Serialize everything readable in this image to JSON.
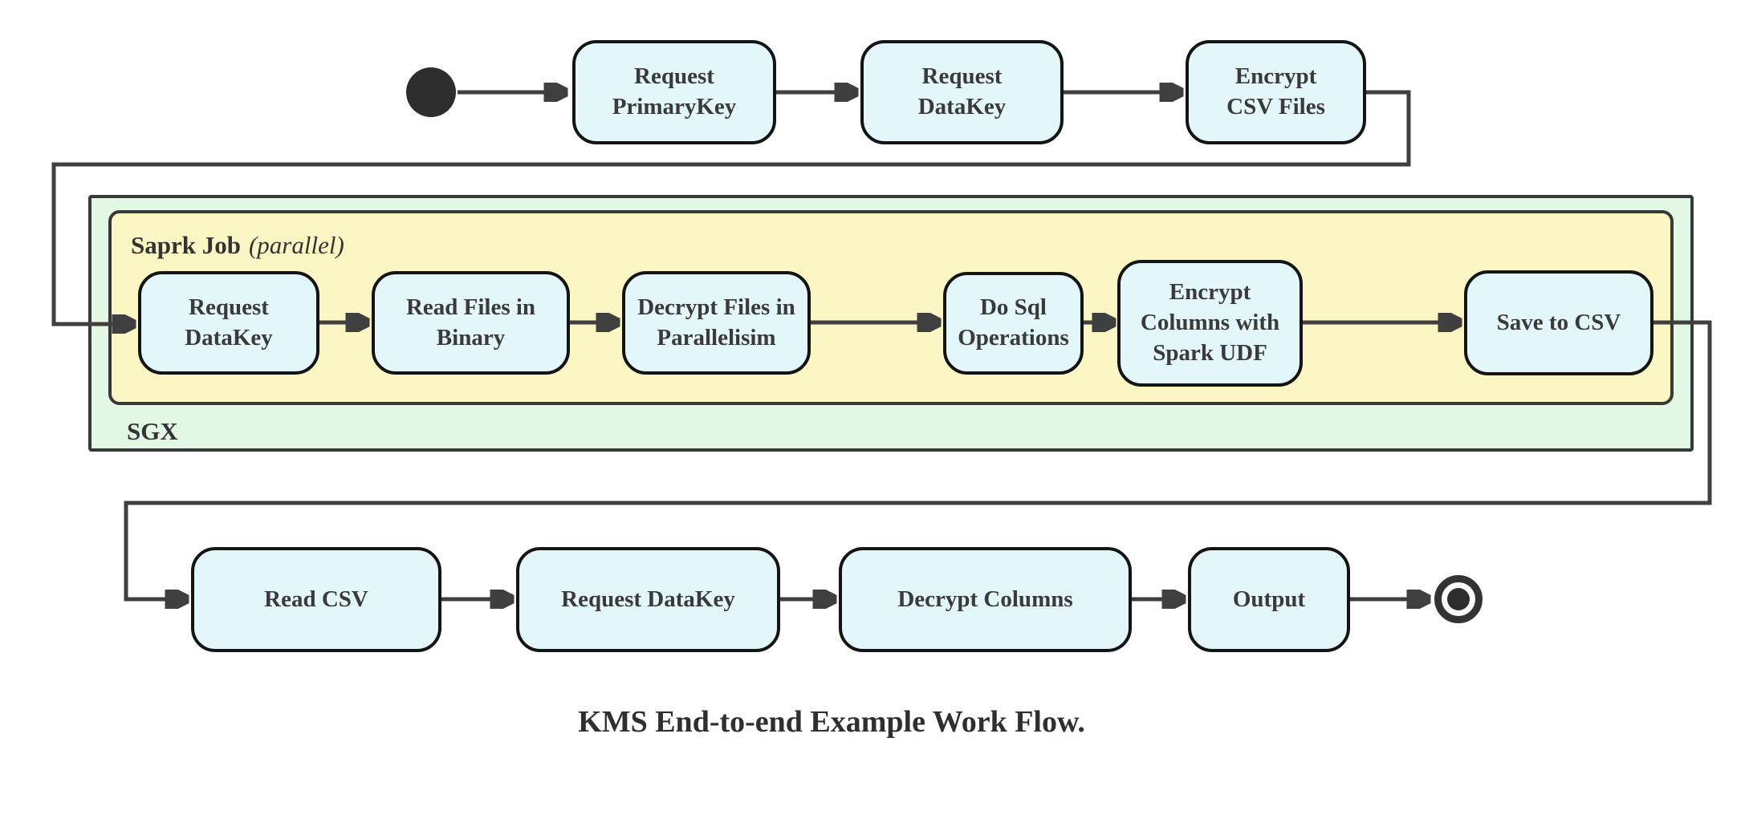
{
  "diagram": {
    "caption": "KMS End-to-end Example Work Flow.",
    "containers": {
      "sgx": {
        "label": "SGX"
      },
      "spark_job": {
        "label": "Saprk Job",
        "label_suffix": "(parallel)"
      }
    },
    "nodes": {
      "request_primarykey": "Request\nPrimaryKey",
      "request_datakey_top": "Request\nDataKey",
      "encrypt_csv_files": "Encrypt\nCSV Files",
      "request_datakey_spark": "Request\nDataKey",
      "read_files_in_binary": "Read Files in\nBinary",
      "decrypt_files_in_parallelisim": "Decrypt Files in\nParallelisim",
      "do_sql_operations": "Do Sql\nOperations",
      "encrypt_columns_with_spark_udf": "Encrypt\nColumns with\nSpark UDF",
      "save_to_csv": "Save to CSV",
      "read_csv": "Read CSV",
      "request_datakey_bottom": "Request DataKey",
      "decrypt_columns": "Decrypt Columns",
      "output": "Output"
    },
    "flow": [
      {
        "from": "start",
        "to": "Request PrimaryKey"
      },
      {
        "from": "Request PrimaryKey",
        "to": "Request DataKey"
      },
      {
        "from": "Request DataKey",
        "to": "Encrypt CSV Files"
      },
      {
        "from": "Encrypt CSV Files",
        "to": "Request DataKey (Saprk Job)"
      },
      {
        "from": "Request DataKey (Saprk Job)",
        "to": "Read Files in Binary"
      },
      {
        "from": "Read Files in Binary",
        "to": "Decrypt Files in Parallelisim"
      },
      {
        "from": "Decrypt Files in Parallelisim",
        "to": "Do Sql Operations"
      },
      {
        "from": "Do Sql Operations",
        "to": "Encrypt Columns with Spark UDF"
      },
      {
        "from": "Encrypt Columns with Spark UDF",
        "to": "Save to CSV"
      },
      {
        "from": "Save to CSV",
        "to": "Read CSV"
      },
      {
        "from": "Read CSV",
        "to": "Request DataKey (final)"
      },
      {
        "from": "Request DataKey (final)",
        "to": "Decrypt Columns"
      },
      {
        "from": "Decrypt Columns",
        "to": "Output"
      },
      {
        "from": "Output",
        "to": "end"
      }
    ],
    "colors": {
      "node_fill": "#e3f6fa",
      "spark_container_fill": "#fcf6c4",
      "sgx_container_fill": "#e3f8e4",
      "edge": "#3f3f3f",
      "node_border": "#141414",
      "container_border": "#383838",
      "text": "#333333"
    }
  }
}
